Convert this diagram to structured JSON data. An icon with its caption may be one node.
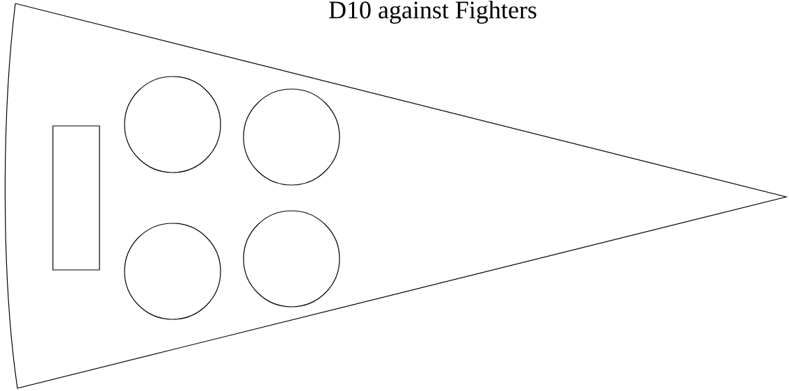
{
  "diagram": {
    "title": "D10 against Fighters",
    "nodes": [
      {
        "text": [],
        "shape": "triangle"
      },
      {
        "text": [],
        "shape": "box",
        "in": 0
      },
      {
        "text": [],
        "shape": "circle",
        "in": 0
      },
      {
        "text": [],
        "shape": "circle",
        "in": 0
      },
      {
        "text": [],
        "shape": "circle",
        "in": 0
      },
      {
        "text": [],
        "shape": "circle",
        "in": 0
      }
    ]
  }
}
